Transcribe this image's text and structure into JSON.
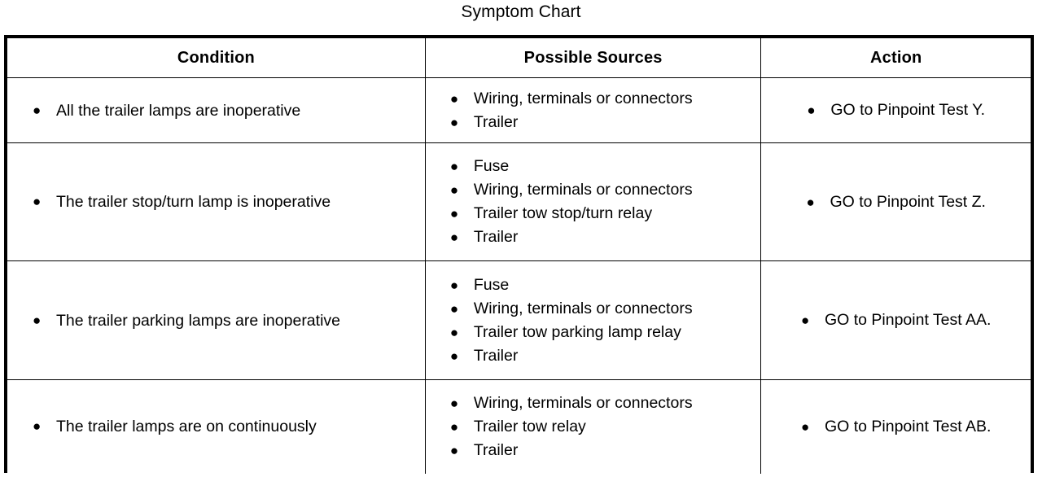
{
  "title": "Symptom Chart",
  "bullet_glyph": "●",
  "colors": {
    "text": "#000000",
    "background": "#ffffff",
    "border": "#000000"
  },
  "table": {
    "columns": [
      "Condition",
      "Possible Sources",
      "Action"
    ],
    "rows": [
      {
        "condition": [
          "All the trailer lamps are inoperative"
        ],
        "sources": [
          "Wiring, terminals or connectors",
          "Trailer"
        ],
        "action": [
          "GO to Pinpoint Test Y."
        ]
      },
      {
        "condition": [
          "The trailer stop/turn lamp is inoperative"
        ],
        "sources": [
          "Fuse",
          "Wiring, terminals or connectors",
          "Trailer tow stop/turn relay",
          "Trailer"
        ],
        "action": [
          "GO to Pinpoint Test Z."
        ]
      },
      {
        "condition": [
          "The trailer parking lamps are inoperative"
        ],
        "sources": [
          "Fuse",
          "Wiring, terminals or connectors",
          "Trailer tow parking lamp relay",
          "Trailer"
        ],
        "action": [
          "GO to Pinpoint Test AA."
        ]
      },
      {
        "condition": [
          "The trailer lamps are on continuously"
        ],
        "sources": [
          "Wiring, terminals or connectors",
          "Trailer tow relay",
          "Trailer"
        ],
        "action": [
          "GO to Pinpoint Test AB."
        ]
      }
    ]
  }
}
